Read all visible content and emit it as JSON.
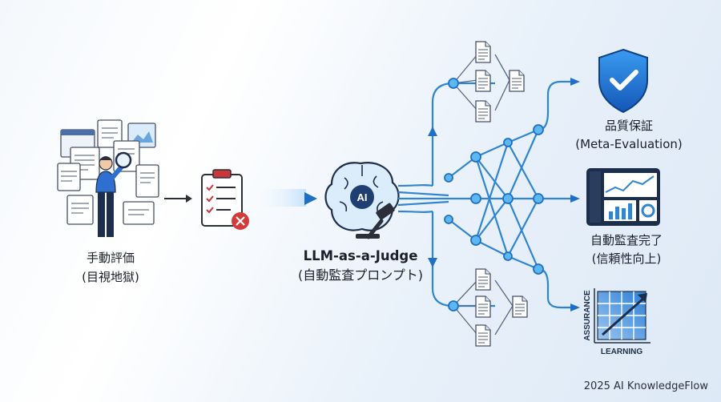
{
  "manual": {
    "title": "手動評価",
    "subtitle": "(目視地獄)"
  },
  "judge": {
    "title": "LLM-as-a-Judge",
    "subtitle": "(自動監査プロンプト)",
    "badge": "AI"
  },
  "outcome_qa": {
    "title": "品質保証",
    "subtitle": "(Meta-Evaluation)"
  },
  "outcome_audit": {
    "title": "自動監査完了",
    "subtitle": "(信頼性向上)"
  },
  "outcome_learning": {
    "y_label": "ASSURANCE",
    "x_label": "LEARNING"
  },
  "footer": "2025 AI KnowledgeFlow",
  "colors": {
    "accent": "#1f6fc4",
    "node": "#4fb0ea",
    "dark": "#1d2e4a",
    "alert": "#d33a3a"
  },
  "icons": [
    "document-icon",
    "magnifier-person-icon",
    "clipboard-checklist-icon",
    "brain-gavel-icon",
    "shield-check-icon",
    "dashboard-icon",
    "growth-grid-icon"
  ]
}
